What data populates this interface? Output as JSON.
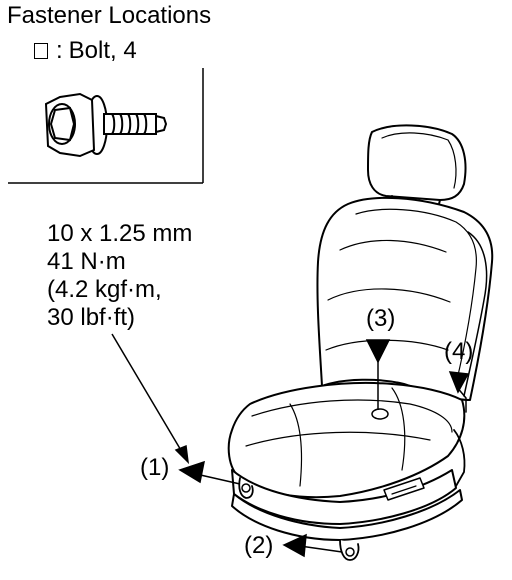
{
  "title": "Fastener Locations",
  "legend": {
    "symbol_text": ":",
    "label": "Bolt, 4"
  },
  "spec": [
    "10 x 1.25 mm",
    "41 N·m",
    "(4.2 kgf·m,",
    "30 lbf·ft)"
  ],
  "callouts": {
    "c1": "(1)",
    "c2": "(2)",
    "c3": "(3)",
    "c4": "(4)"
  }
}
